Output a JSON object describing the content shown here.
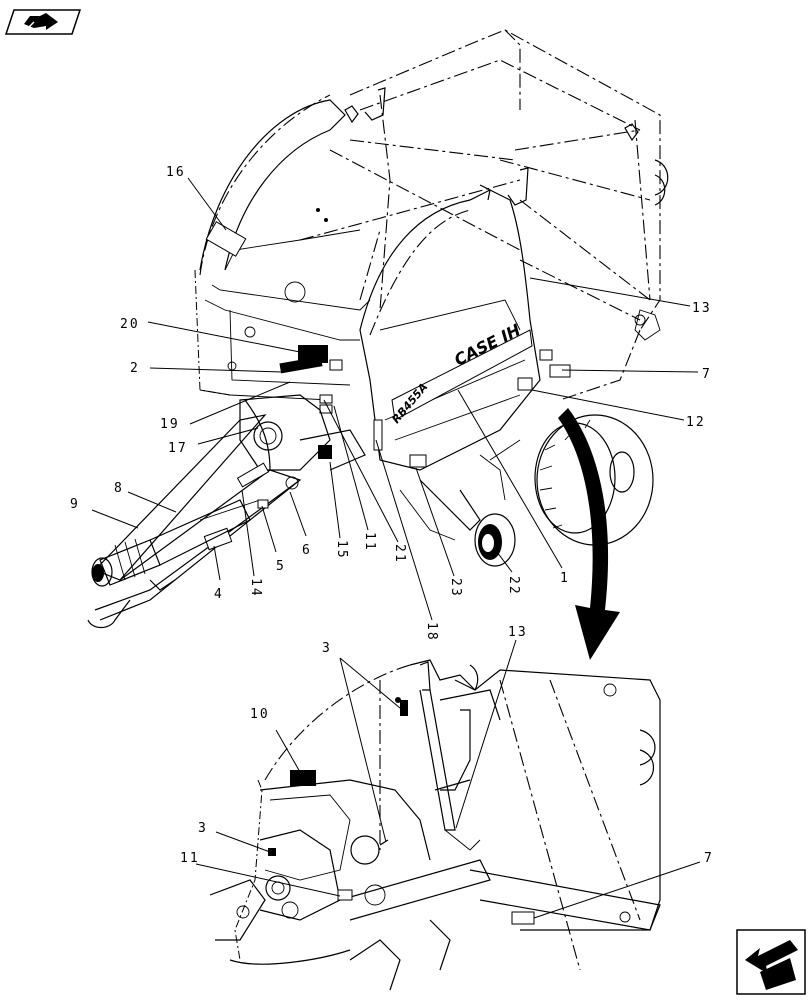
{
  "nav": {
    "top_left_icon": "book-arrow-icon",
    "bottom_right_icon": "return-arrow-icon"
  },
  "diagram": {
    "brand_text": "CASE IH",
    "model_text": "RB455A",
    "callouts_upper": [
      "16",
      "20",
      "2",
      "19",
      "17",
      "9",
      "8",
      "4",
      "14",
      "5",
      "6",
      "15",
      "11",
      "21",
      "18",
      "23",
      "22",
      "1",
      "12",
      "7",
      "13"
    ],
    "callouts_lower": [
      "3",
      "13",
      "10",
      "3",
      "11",
      "7"
    ]
  }
}
